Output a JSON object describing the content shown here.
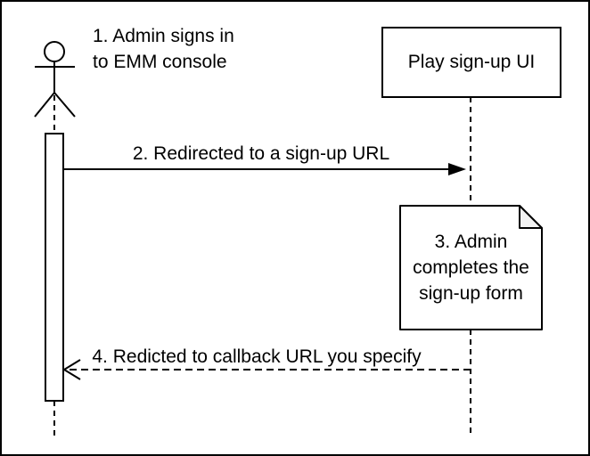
{
  "colors": {
    "stroke": "#000000",
    "background": "#ffffff",
    "shape_fill": "#ffffff",
    "note_fold_fill": "#f2f2f2"
  },
  "diagram": {
    "type": "sequence-diagram",
    "participants": [
      {
        "id": "admin",
        "kind": "actor"
      },
      {
        "id": "play-signup-ui",
        "kind": "object",
        "label": "Play sign-up UI"
      }
    ],
    "messages": [
      {
        "step": "1",
        "style": "label-only",
        "label": "1. Admin signs in\nto EMM console"
      },
      {
        "step": "2",
        "style": "solid-arrow",
        "from": "admin",
        "to": "play-signup-ui",
        "label": "2. Redirected to a sign-up URL"
      },
      {
        "step": "4",
        "style": "dashed-open-arrow",
        "from": "play-signup-ui",
        "to": "admin",
        "label": "4. Redicted to callback URL you specify"
      }
    ],
    "note": {
      "step": "3",
      "label": "3. Admin\ncompletes the\nsign-up form"
    }
  }
}
